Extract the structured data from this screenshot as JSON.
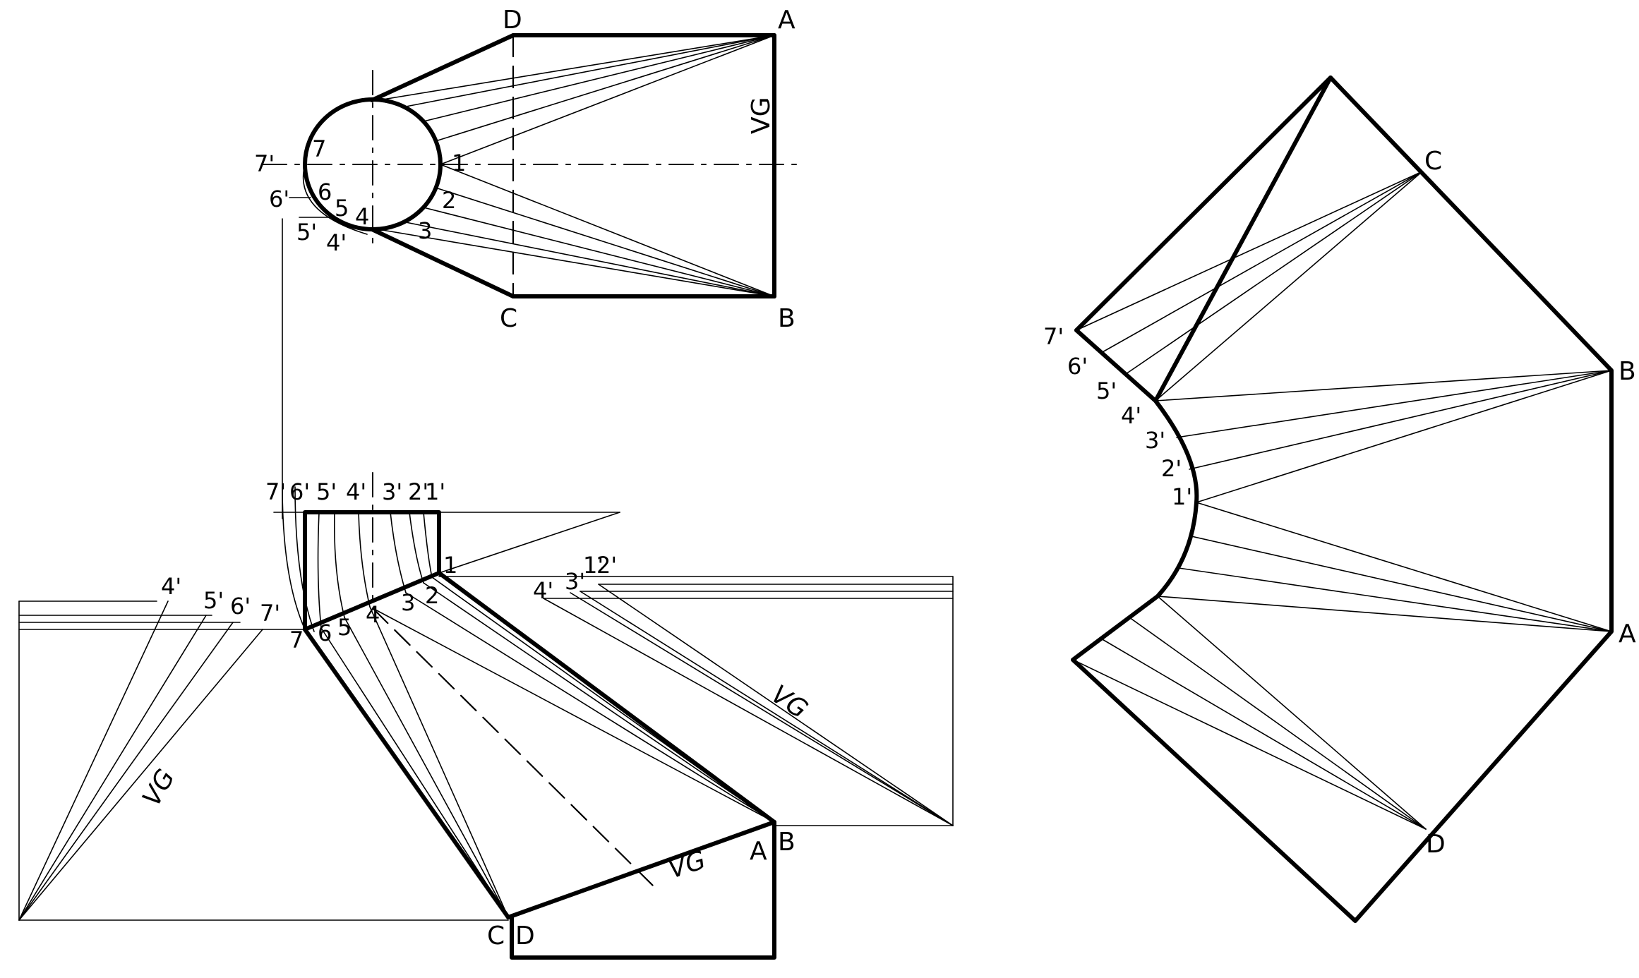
{
  "colors": {
    "ink": "#000000",
    "paper": "#ffffff"
  },
  "top_view": {
    "vertices": {
      "A": "A",
      "B": "B",
      "C": "C",
      "D": "D"
    },
    "points": [
      "1",
      "2",
      "3",
      "4",
      "5",
      "6",
      "7"
    ],
    "points_prime": [
      "4'",
      "5'",
      "6'",
      "7'"
    ],
    "vg": "VG"
  },
  "front_view": {
    "top_points": [
      "7'",
      "6'",
      "5'",
      "4'",
      "3'",
      "2'",
      "1'"
    ],
    "points": [
      "1",
      "2",
      "3",
      "4",
      "5",
      "6",
      "7"
    ],
    "left_points": [
      "4'",
      "5'",
      "6'",
      "7'"
    ],
    "right_points": [
      "4'",
      "3'",
      "1'",
      "2'"
    ],
    "vertices": {
      "A": "A",
      "B": "B",
      "C": "C",
      "D": "D"
    },
    "vg_left": "VG",
    "vg_right": "VG",
    "vg_bottom": "VG"
  },
  "development": {
    "vertices": {
      "A": "A",
      "B": "B",
      "C": "C",
      "D": "D"
    },
    "points": [
      "7'",
      "6'",
      "5'",
      "4'",
      "3'",
      "2'",
      "1'"
    ]
  }
}
